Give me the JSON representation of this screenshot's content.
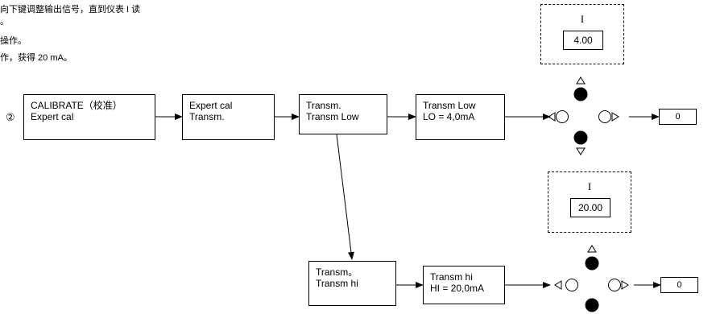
{
  "notes": [
    "向下键调整输出信号，直到仪表 I 读",
    "。",
    "操作。",
    "作，获得 20 mA。"
  ],
  "step_number": "②",
  "row1": [
    {
      "line1": "CALIBRATE（校准）",
      "line2": "Expert cal"
    },
    {
      "line1": "Expert cal",
      "line2": "Transm."
    },
    {
      "line1": "Transm.",
      "line2": "Transm Low"
    },
    {
      "line1": "Transm Low",
      "line2": "LO = 4,0mA"
    }
  ],
  "row2": [
    {
      "line1": "Transm。",
      "line2": "Transm hi"
    },
    {
      "line1": "Transm hi",
      "line2": "HI = 20,0mA"
    }
  ],
  "meter_low": {
    "label": "I",
    "value": "4.00"
  },
  "meter_high": {
    "label": "I",
    "value": "20.00"
  },
  "output_low": "0",
  "output_high": "0"
}
